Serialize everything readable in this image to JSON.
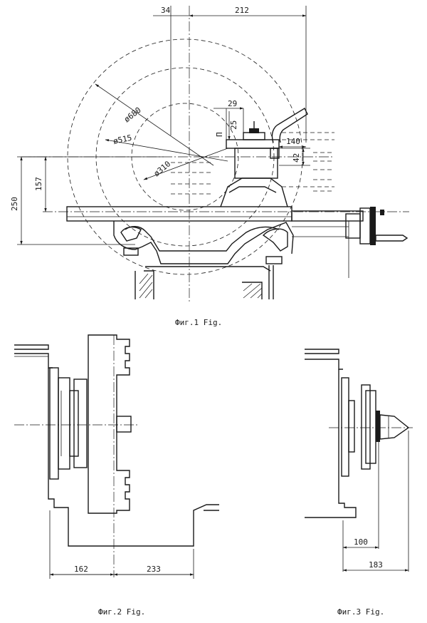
{
  "figure1": {
    "caption": "Фиг.1 Fig.",
    "dims": {
      "top_left": "34",
      "top_right": "212",
      "d680": "ø680",
      "d515": "ø515",
      "d310": "ø310",
      "w29": "29",
      "h25": "25",
      "w140": "140",
      "h42": "42",
      "h157": "157",
      "h250": "250"
    }
  },
  "figure2": {
    "caption": "Фиг.2 Fig.",
    "dims": {
      "left": "162",
      "right": "233"
    }
  },
  "figure3": {
    "caption": "Фиг.3 Fig.",
    "dims": {
      "inner": "100",
      "outer": "183"
    }
  }
}
